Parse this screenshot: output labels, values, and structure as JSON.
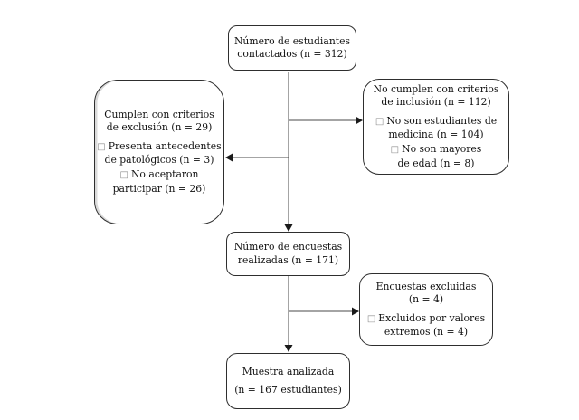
{
  "diagram": {
    "boxes": {
      "contacted": {
        "lines": [
          "Número de estudiantes",
          "contactados (n = 312)"
        ]
      },
      "exclusion": {
        "header": [
          "Cumplen con criterios",
          "de exclusión (n = 29)"
        ],
        "items": [
          {
            "glyph": "□",
            "lines": [
              "Presenta antecedentes",
              "de patológicos (n = 3)"
            ]
          },
          {
            "glyph": "□",
            "lines": [
              "No aceptaron",
              "participar (n = 26)"
            ]
          }
        ]
      },
      "inclusion": {
        "header": [
          "No cumplen con criterios",
          "de inclusión (n = 112)"
        ],
        "items": [
          {
            "glyph": "□",
            "lines": [
              "No son estudiantes de",
              "medicina (n = 104)"
            ]
          },
          {
            "glyph": "□",
            "lines": [
              "No son mayores",
              "de edad (n = 8)"
            ]
          }
        ]
      },
      "surveys": {
        "lines": [
          "Número de encuestas",
          "realizadas (n = 171)"
        ]
      },
      "excluded_surveys": {
        "header": [
          "Encuestas excluidas",
          "(n = 4)"
        ],
        "items": [
          {
            "glyph": "□",
            "lines": [
              "Excluidos por valores",
              "extremos (n = 4)"
            ]
          }
        ]
      },
      "analyzed": {
        "lines": [
          "Muestra analizada",
          "(n = 167 estudiantes)"
        ]
      }
    },
    "colors": {
      "background": "#ffffff",
      "box_border": "#2e2e2e",
      "arrow": "#4a4a4a",
      "text": "#111111",
      "checkbox_glyph": "#8a8a8a"
    }
  }
}
